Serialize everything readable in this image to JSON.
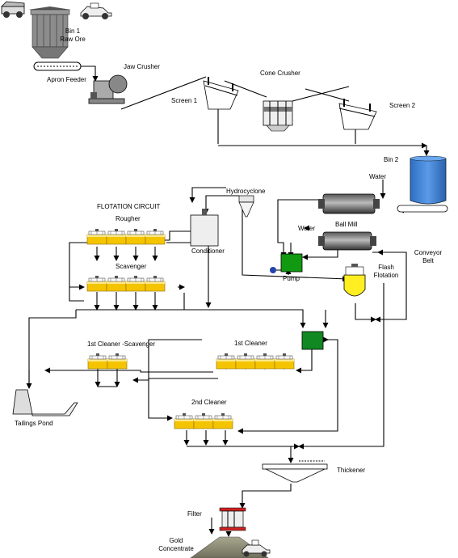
{
  "labels": {
    "bin1": "Bin 1",
    "raw_ore": "Raw Ore",
    "apron_feeder": "Apron Feeder",
    "jaw_crusher": "Jaw Crusher",
    "screen1": "Screen 1",
    "cone_crusher": "Cone Crusher",
    "screen2": "Screen 2",
    "bin2": "Bin 2",
    "water_1": "Water",
    "water_2": "Water",
    "hydrocyclone": "Hydrocyclone",
    "flotation_circuit": "FLOTATION CIRCUIT",
    "rougher": "Rougher",
    "conditioner": "Conditioner",
    "ball_mill": "Ball Mill",
    "conveyor": "Conveyor",
    "belt": "Belt",
    "pump": "Pump",
    "flash": "Flash",
    "flotation": "Flotation",
    "scavenger": "Scavenger",
    "cleaner_scavenger": "1st Cleaner -Scavenger",
    "first_cleaner": "1st Cleaner",
    "tailings_pond": "Tailings Pond",
    "second_cleaner": "2nd Cleaner",
    "thickener": "Thickener",
    "filter": "Filter",
    "gold": "Gold",
    "concentrate": "Concentrate"
  },
  "colors": {
    "flotation_cell": "#f5c400",
    "flotation_froth": "#ffe98a",
    "bin2_fill": "#3d7fd6",
    "pump_fill": "#119911",
    "mixer_fill": "#118822",
    "flash_fill": "#ffee22",
    "filter_fill": "#cc2222",
    "concentrate_pile": "#8f8f78"
  }
}
